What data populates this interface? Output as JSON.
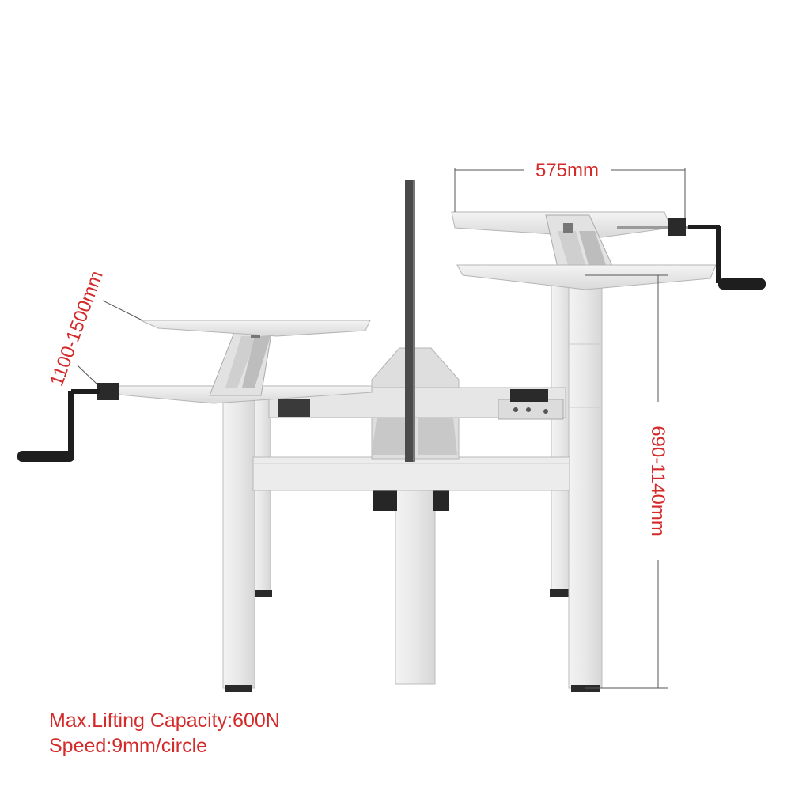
{
  "dimensions": {
    "frame_width": "575mm",
    "desk_length": "1100-1500mm",
    "height_range": "690-1140mm"
  },
  "specs": {
    "lifting_capacity": "Max.Lifting Capacity:600N",
    "speed": "Speed:9mm/circle"
  },
  "colors": {
    "annotation": "#d42a2a",
    "frame": "#ebebeb",
    "frame_edge": "#b8b8b8",
    "crank": "#1e1e1e",
    "divider": "#4a4a4a"
  }
}
